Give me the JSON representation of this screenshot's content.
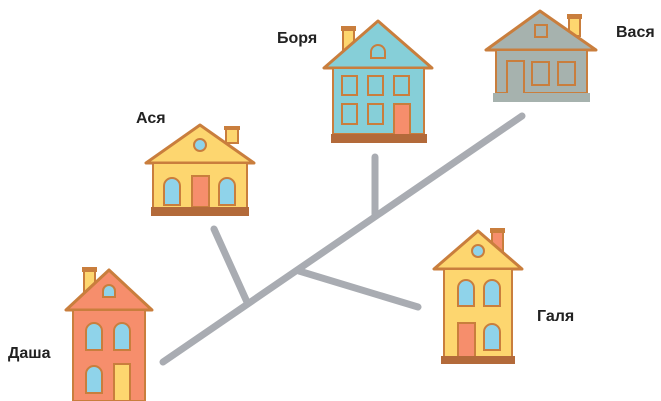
{
  "labels": {
    "asya": "Ася",
    "borya": "Боря",
    "vasya": "Вася",
    "galya": "Галя",
    "dasha": "Даша"
  },
  "colors": {
    "road": "#a9acb2",
    "asya_house": "#fdd66f",
    "borya_house": "#86cfd8",
    "vasya_house": "#a6b2ae",
    "galya_house": "#fdd66f",
    "dasha_house": "#f68e6c",
    "roof_trim": "#c97e3d",
    "window": "#8fd3ea",
    "base": "#b36a3a"
  },
  "icons": [
    "house-icon"
  ]
}
